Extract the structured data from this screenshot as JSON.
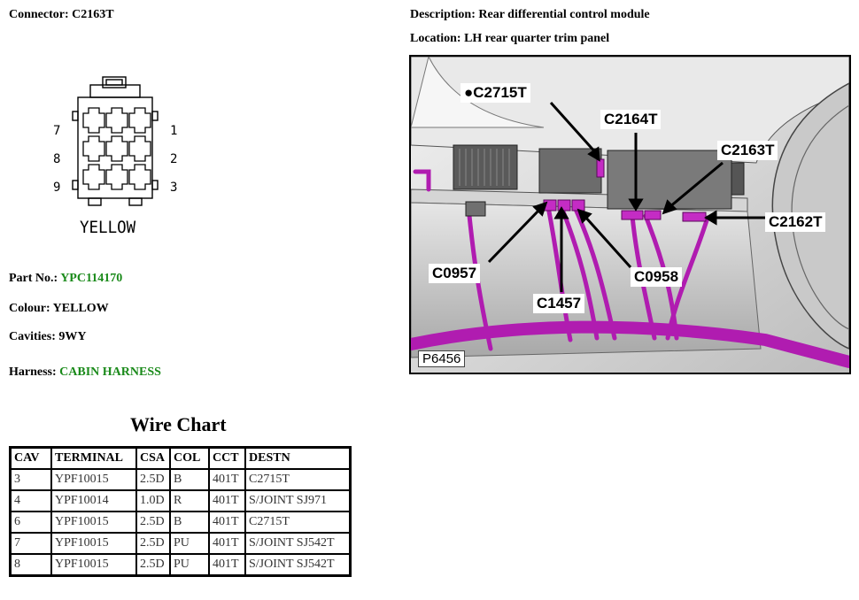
{
  "connector": {
    "label": "Connector:",
    "value": "C2163T"
  },
  "description": {
    "label": "Description:",
    "value": "Rear differential control module"
  },
  "location": {
    "label": "Location:",
    "value": "LH rear quarter trim panel"
  },
  "diagram": {
    "cavity_numbers_left": [
      "7",
      "8",
      "9"
    ],
    "cavity_numbers_right": [
      "1",
      "2",
      "3"
    ],
    "caption": "YELLOW"
  },
  "part_no": {
    "label": "Part No.:",
    "value": "YPC114170"
  },
  "colour": {
    "label": "Colour:",
    "value": "YELLOW"
  },
  "cavities": {
    "label": "Cavities:",
    "value": "9WY"
  },
  "harness": {
    "label": "Harness:",
    "value": "CABIN HARNESS"
  },
  "wire_chart": {
    "title": "Wire Chart",
    "headers": [
      "CAV",
      "TERMINAL",
      "CSA",
      "COL",
      "CCT",
      "DESTN"
    ],
    "rows": [
      [
        "3",
        "YPF10015",
        "2.5D",
        "B",
        "401T",
        "C2715T"
      ],
      [
        "4",
        "YPF10014",
        "1.0D",
        "R",
        "401T",
        "S/JOINT SJ971"
      ],
      [
        "6",
        "YPF10015",
        "2.5D",
        "B",
        "401T",
        "C2715T"
      ],
      [
        "7",
        "YPF10015",
        "2.5D",
        "PU",
        "401T",
        "S/JOINT SJ542T"
      ],
      [
        "8",
        "YPF10015",
        "2.5D",
        "PU",
        "401T",
        "S/JOINT SJ542T"
      ]
    ]
  },
  "photo": {
    "reference": "P6456",
    "callouts": {
      "c2715t": "●C2715T",
      "c2164t": "C2164T",
      "c2163t": "C2163T",
      "c2162t": "C2162T",
      "c0957": "C0957",
      "c0958": "C0958",
      "c1457": "C1457"
    },
    "colors": {
      "harness": "#b01cb0",
      "panel": "#cfcfcf",
      "trim": "#9a9a9a"
    }
  }
}
